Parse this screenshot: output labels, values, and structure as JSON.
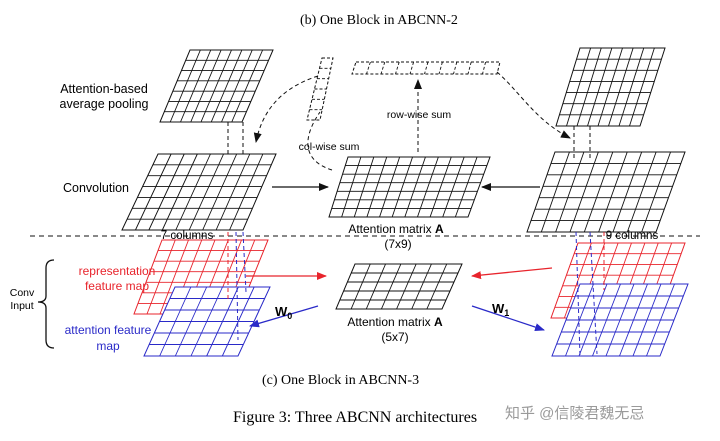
{
  "captions": {
    "top": "(b)  One Block in ABCNN-2",
    "bottom": "(c)  One Block in ABCNN-3",
    "figure": "Figure 3: Three ABCNN architectures",
    "watermark": "知乎 @信陵君魏无忌"
  },
  "labels": {
    "pooling_line1": "Attention-based",
    "pooling_line2": "average pooling",
    "convolution": "Convolution",
    "colwise": "col-wise sum",
    "rowwise": "row-wise sum",
    "seven_columns": "7 columns",
    "nine_columns": "9 columns",
    "attn_a_top_text": "Attention matrix ",
    "attn_a_top_bold": "A",
    "attn_a_top_dims": "(7x9)",
    "conv_input_line1": "Conv",
    "conv_input_line2": "Input",
    "rep_map_line1": "representation",
    "rep_map_line2": "feature map",
    "attn_map_line1": "attention  feature",
    "attn_map_line2": "map",
    "w0_main": "W",
    "w0_sub": "0",
    "w1_main": "W",
    "w1_sub": "1",
    "attn_a_bottom_text": "Attention matrix ",
    "attn_a_bottom_bold": "A",
    "attn_a_bottom_dims": "(5x7)"
  },
  "colors": {
    "grid": "#111111",
    "red": "#e8242c",
    "blue": "#2a2ac8"
  }
}
